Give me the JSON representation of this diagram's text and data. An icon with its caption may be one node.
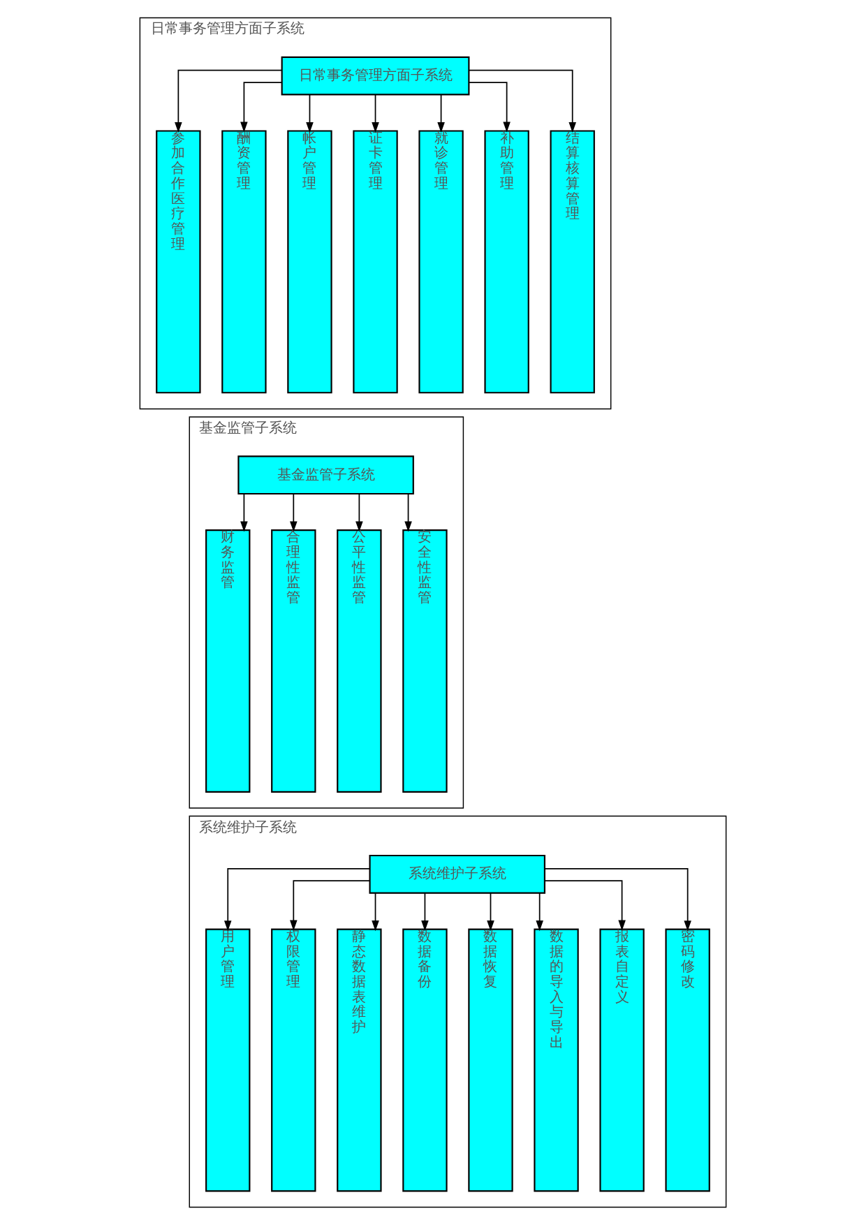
{
  "diagram": {
    "nodes": [
      {
        "text": [
          "日常事务管理方面子系统"
        ]
      },
      {
        "text": [
          "日常事务管理方面子系统"
        ],
        "in": 0
      },
      {
        "text": [
          "参加合作医疗管理"
        ],
        "in": 0
      },
      {
        "text": [
          "酬资管理"
        ],
        "in": 0
      },
      {
        "text": [
          "帐户管理"
        ],
        "in": 0
      },
      {
        "text": [
          "证卡管理"
        ],
        "in": 0
      },
      {
        "text": [
          "就诊管理"
        ],
        "in": 0
      },
      {
        "text": [
          "补助管理"
        ],
        "in": 0
      },
      {
        "text": [
          "结算核算管理"
        ],
        "in": 0
      },
      {
        "text": [
          "基金监管子系统"
        ]
      },
      {
        "text": [
          "基金监管子系统"
        ],
        "in": 9
      },
      {
        "text": [
          "财务监管"
        ],
        "in": 9
      },
      {
        "text": [
          "合理性监管"
        ],
        "in": 9
      },
      {
        "text": [
          "公平性监管"
        ],
        "in": 9
      },
      {
        "text": [
          "安全性监管"
        ],
        "in": 9
      },
      {
        "text": [
          "系统维护子系统"
        ]
      },
      {
        "text": [
          "系统维护子系统"
        ],
        "in": 15
      },
      {
        "text": [
          "用户管理"
        ],
        "in": 15
      },
      {
        "text": [
          "权限管理"
        ],
        "in": 15
      },
      {
        "text": [
          "静态数据表维护"
        ],
        "in": 15
      },
      {
        "text": [
          "数据备份"
        ],
        "in": 15
      },
      {
        "text": [
          "数据恢复"
        ],
        "in": 15
      },
      {
        "text": [
          "数据的导入与导出"
        ],
        "in": 15
      },
      {
        "text": [
          "报表自定义"
        ],
        "in": 15
      },
      {
        "text": [
          "密码修改"
        ],
        "in": 15
      }
    ],
    "edges": [
      {
        "from": 1,
        "to": 2,
        "arrow": "to"
      },
      {
        "from": 1,
        "to": 3,
        "arrow": "to"
      },
      {
        "from": 1,
        "to": 4,
        "arrow": "to"
      },
      {
        "from": 1,
        "to": 5,
        "arrow": "to"
      },
      {
        "from": 1,
        "to": 6,
        "arrow": "to"
      },
      {
        "from": 1,
        "to": 7,
        "arrow": "to"
      },
      {
        "from": 1,
        "to": 8,
        "arrow": "to"
      },
      {
        "from": 10,
        "to": 11,
        "arrow": "to"
      },
      {
        "from": 10,
        "to": 12,
        "arrow": "to"
      },
      {
        "from": 10,
        "to": 13,
        "arrow": "to"
      },
      {
        "from": 10,
        "to": 14,
        "arrow": "to"
      },
      {
        "from": 16,
        "to": 17,
        "arrow": "to"
      },
      {
        "from": 16,
        "to": 18,
        "arrow": "to"
      },
      {
        "from": 16,
        "to": 19,
        "arrow": "to"
      },
      {
        "from": 16,
        "to": 20,
        "arrow": "to"
      },
      {
        "from": 16,
        "to": 21,
        "arrow": "to"
      },
      {
        "from": 16,
        "to": 22,
        "arrow": "to"
      },
      {
        "from": 16,
        "to": 23,
        "arrow": "to"
      },
      {
        "from": 16,
        "to": 24,
        "arrow": "to"
      }
    ]
  }
}
